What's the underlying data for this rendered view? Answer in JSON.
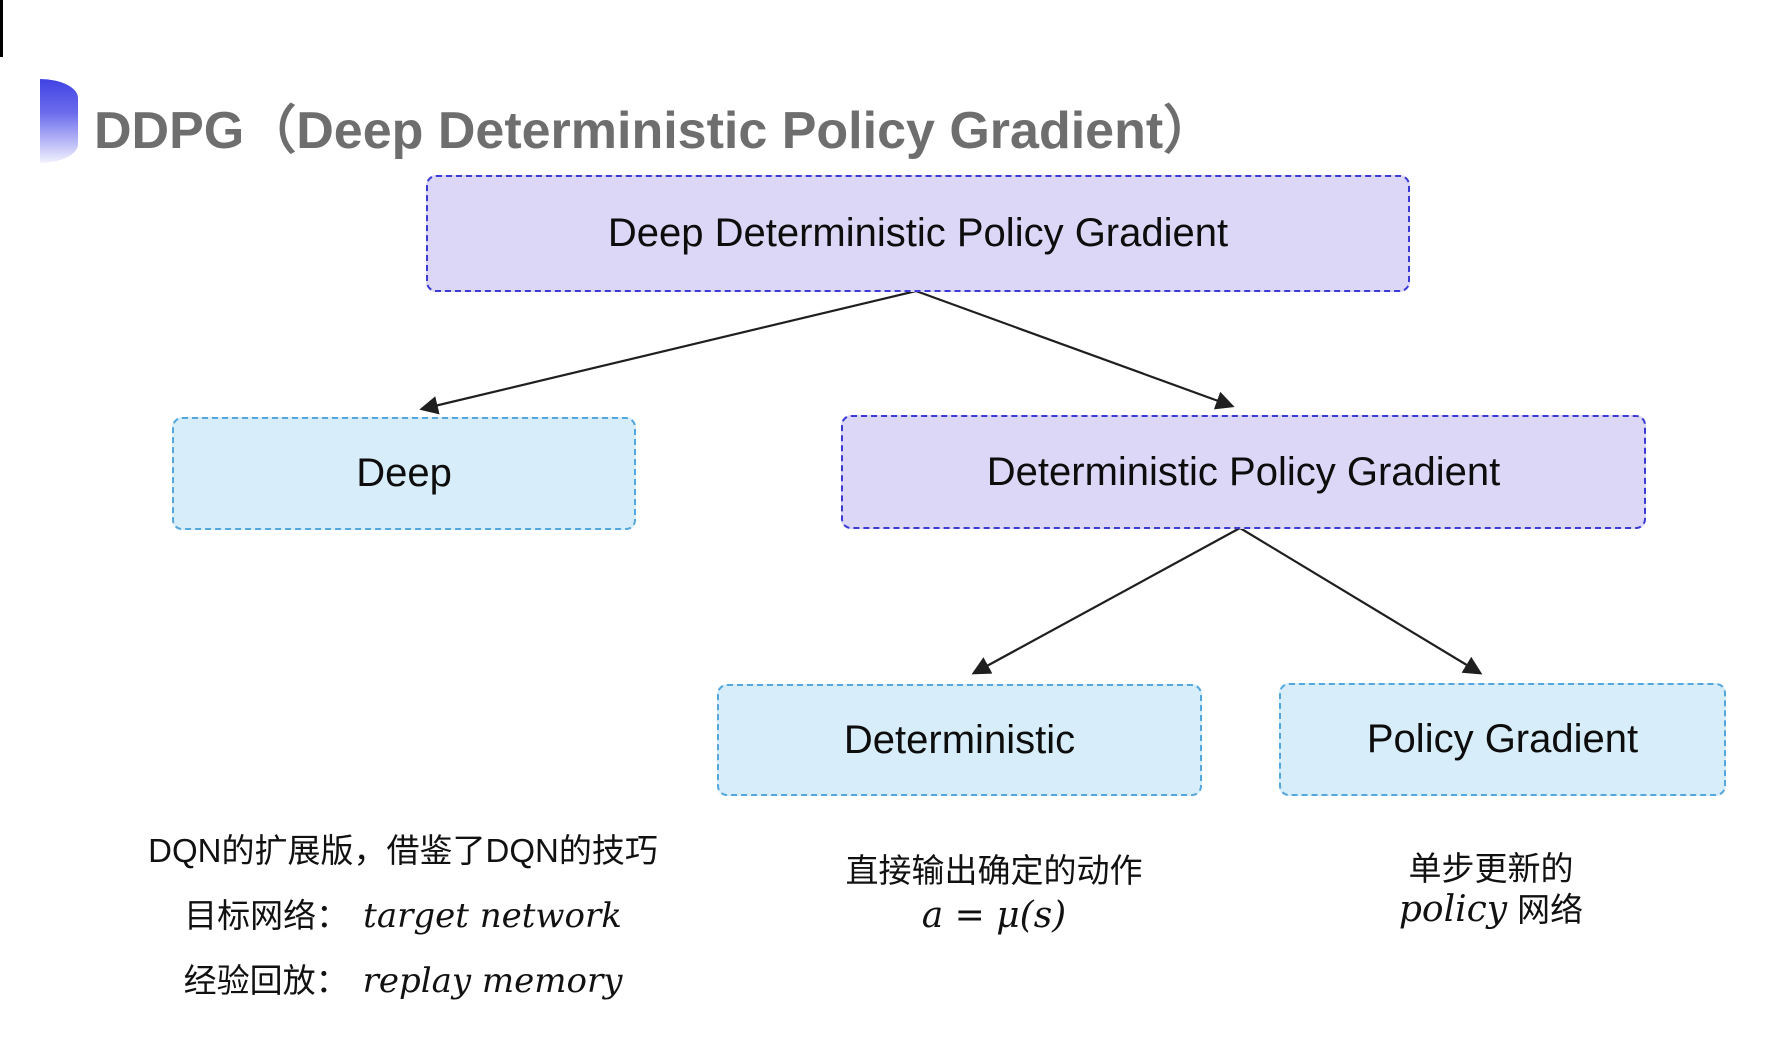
{
  "title": {
    "text": "DDPG（Deep Deterministic Policy Gradient）"
  },
  "tree": {
    "root": {
      "label": "Deep Deterministic Policy Gradient"
    },
    "deep": {
      "label": "Deep"
    },
    "dpg": {
      "label": "Deterministic Policy Gradient"
    },
    "deterministic": {
      "label": "Deterministic"
    },
    "policy_gradient": {
      "label": "Policy Gradient"
    },
    "edges": [
      {
        "from": "root",
        "to": "deep"
      },
      {
        "from": "root",
        "to": "dpg"
      },
      {
        "from": "dpg",
        "to": "deterministic"
      },
      {
        "from": "dpg",
        "to": "policy_gradient"
      }
    ]
  },
  "notes": {
    "deep_note": {
      "line1": "DQN的扩展版，借鉴了DQN的技巧",
      "line2_label": "目标网络：",
      "line2_value": "target network",
      "line3_label": "经验回放：",
      "line3_value": "replay memory"
    },
    "deterministic_note": {
      "line1": "直接输出确定的动作",
      "line2": "a = μ(s)"
    },
    "policy_gradient_note": {
      "line1": "单步更新的",
      "line2_italic": "policy",
      "line2_rest": "网络"
    }
  },
  "colors": {
    "title_gray": "#6e6e6e",
    "purple_fill": "#dcd7f6",
    "purple_border": "#3b3bd4",
    "blue_fill": "#d7edf9",
    "blue_border": "#53a7dc",
    "arrow": "#1f1f1f",
    "text": "#111111",
    "bullet_top": "#4143e4",
    "bullet_bottom": "#f2f2fe"
  }
}
